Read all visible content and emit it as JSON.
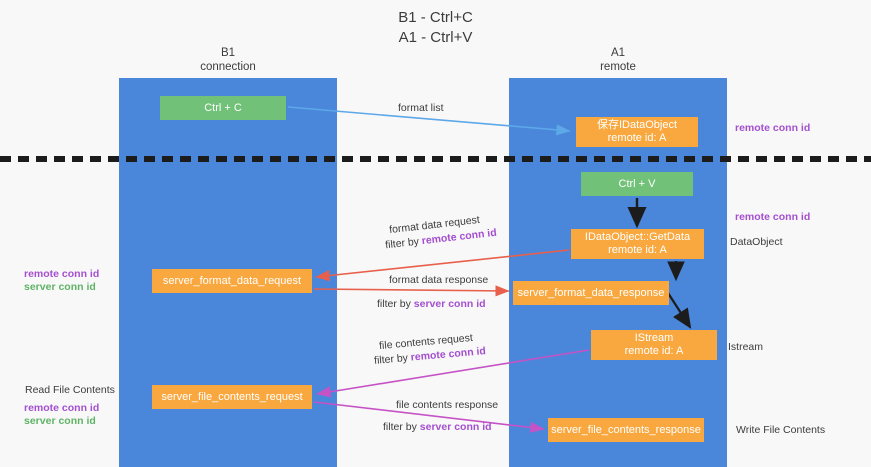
{
  "title": {
    "line1": "B1 - Ctrl+C",
    "line2": "A1 - Ctrl+V"
  },
  "lanes": [
    {
      "id": "b1",
      "name": "B1",
      "role": "connection",
      "color": "#4a86d9"
    },
    {
      "id": "a1",
      "name": "A1",
      "role": "remote",
      "color": "#4a86d9"
    }
  ],
  "nodes": {
    "ctrl_c": {
      "line1": "Ctrl + C",
      "line2": "",
      "color": "#72c178"
    },
    "idataobject": {
      "line1": "保存IDataObject",
      "line2": "remote id: A",
      "color": "#f9a83f"
    },
    "ctrl_v": {
      "line1": "Ctrl + V",
      "line2": "",
      "color": "#72c178"
    },
    "getdata": {
      "line1": "IDataObject::GetData",
      "line2": "remote id: A",
      "color": "#f9a83f"
    },
    "format_request": {
      "line1": "server_format_data_request",
      "line2": "",
      "color": "#f9a83f"
    },
    "format_response": {
      "line1": "server_format_data_response",
      "line2": "",
      "color": "#f9a83f"
    },
    "istream": {
      "line1": "IStream",
      "line2": "remote id: A",
      "color": "#f9a83f"
    },
    "file_request": {
      "line1": "server_file_contents_request",
      "line2": "",
      "color": "#f9a83f"
    },
    "file_response": {
      "line1": "server_file_contents_response",
      "line2": "",
      "color": "#f9a83f"
    }
  },
  "edge_labels": {
    "format_list": "format list",
    "format_data_request": "format data request",
    "format_data_request_filter_prefix": "filter by ",
    "format_data_request_filter_key": "remote conn id",
    "format_data_response": "format data response",
    "format_data_response_filter_prefix": "filter by ",
    "format_data_response_filter_key": "server conn id",
    "file_contents_request": "file contents request",
    "file_contents_request_filter_prefix": "filter by ",
    "file_contents_request_filter_key": "remote conn id",
    "file_contents_response": "file contents response",
    "file_contents_response_filter_prefix": "filter by ",
    "file_contents_response_filter_key": "server conn id"
  },
  "side_labels": {
    "right_remote_conn_id_top": "remote conn id",
    "right_remote_conn_id_mid": "remote conn id",
    "right_dataobject": "DataObject",
    "right_istream": "Istream",
    "right_write_file_contents": "Write File Contents",
    "left_read_file_contents": "Read File Contents",
    "left_remote_conn_id_mid": "remote conn id",
    "left_server_conn_id_mid": "server conn id",
    "left_remote_conn_id_bottom": "remote conn id",
    "left_server_conn_id_bottom": "server conn id"
  },
  "colors": {
    "lane": "#4a86d9",
    "node_orange": "#f9a83f",
    "node_green": "#72c178",
    "accent_purple": "#a44fd0",
    "accent_green": "#5fb365",
    "arrow_blue": "#5da8e8",
    "arrow_red": "#e8604c",
    "arrow_magenta": "#c653c6",
    "arrow_black": "#1c1c1c",
    "divider": "#1c1c1c",
    "background": "#f8f8f8"
  }
}
